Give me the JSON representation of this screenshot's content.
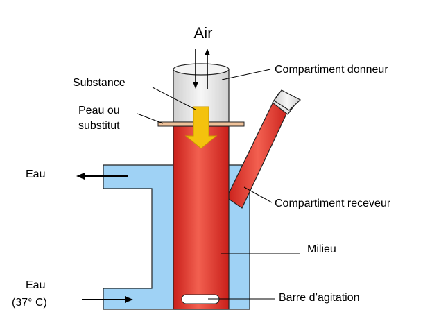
{
  "labels": {
    "air": "Air",
    "compartiment_donneur": "Compartiment donneur",
    "substance": "Substance",
    "peau_line1": "Peau ou",
    "peau_line2": "substitut",
    "eau_top": "Eau",
    "compartiment_receveur": "Compartiment receveur",
    "milieu": "Milieu",
    "eau_bottom_line1": "Eau",
    "eau_bottom_line2": "(37° C)",
    "barre_agitation": "Barre d’agitation"
  },
  "colors": {
    "water_jacket": "#9fd2f5",
    "receiver_red": "#e8302a",
    "receiver_red_light": "#f26a55",
    "donor_gray": "#e6e6e6",
    "skin_tan": "#f0c29a",
    "substance_yellow": "#f4c20d",
    "outline": "#222222"
  }
}
